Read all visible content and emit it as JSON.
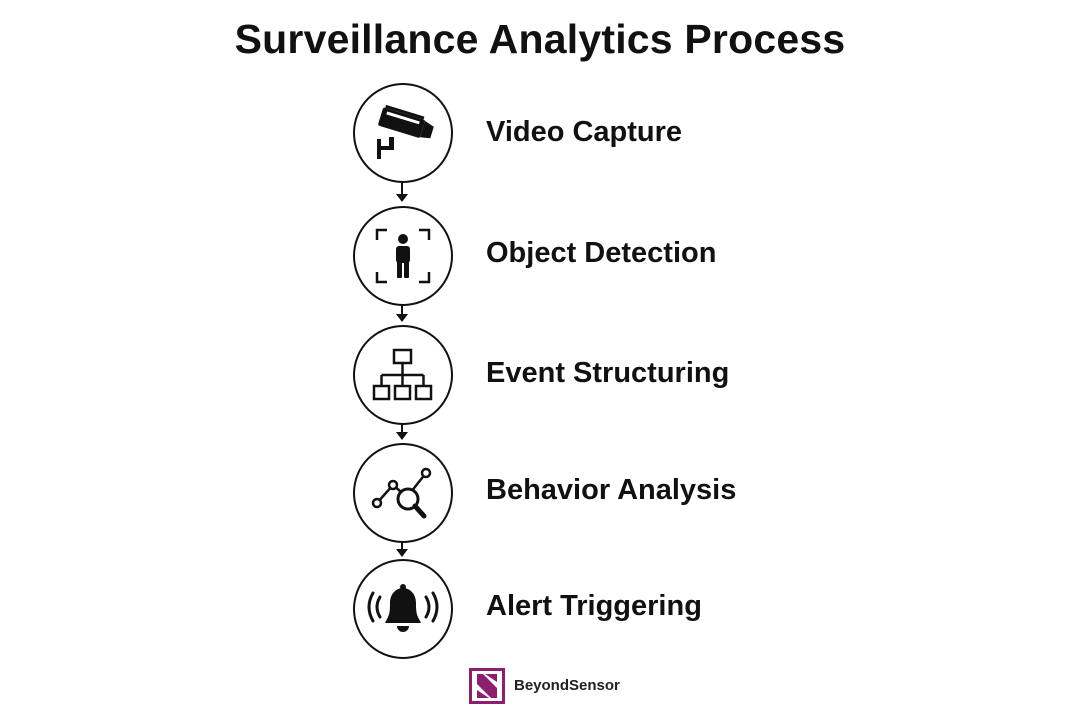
{
  "title": "Surveillance Analytics Process",
  "steps": [
    {
      "label": "Video Capture",
      "icon": "cctv-camera-icon"
    },
    {
      "label": "Object Detection",
      "icon": "person-detection-icon"
    },
    {
      "label": "Event Structuring",
      "icon": "hierarchy-icon"
    },
    {
      "label": "Behavior Analysis",
      "icon": "trend-magnifier-icon"
    },
    {
      "label": "Alert Triggering",
      "icon": "alarm-bell-icon"
    }
  ],
  "footer": {
    "brand_name": "BeyondSensor",
    "logo_icon": "beyondsensor-logo-icon",
    "logo_color": "#8e1f6f"
  },
  "colors": {
    "ink": "#111111",
    "background": "#ffffff",
    "brand": "#8e1f6f"
  }
}
